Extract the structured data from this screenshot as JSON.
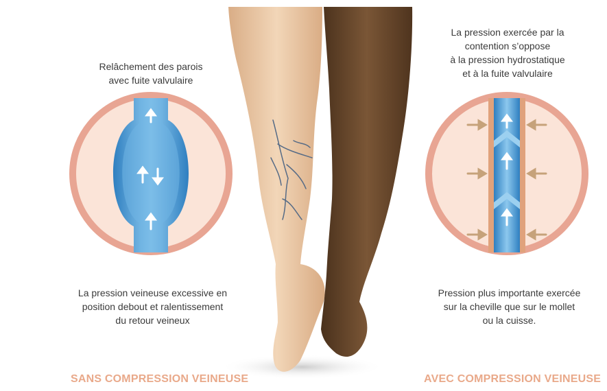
{
  "left": {
    "top_caption": [
      "Relâchement des parois",
      "avec fuite valvulaire"
    ],
    "bottom_caption": [
      "La pression veineuse excessive en",
      "position debout et ralentissement",
      "du retour veineux"
    ],
    "footer": "SANS COMPRESSION VEINEUSE",
    "icon": "dilated-vein-icon"
  },
  "right": {
    "top_caption": [
      "La pression exercée par la",
      "contention s’oppose",
      "à la pression hydrostatique",
      "et à la fuite valvulaire"
    ],
    "bottom_caption": [
      "Pression plus importante exercée",
      "sur la cheville que sur le mollet",
      "ou la cuisse."
    ],
    "footer": "AVEC COMPRESSION VEINEUSE",
    "icon": "compressed-vein-icon"
  },
  "colors": {
    "accent": "#e9a98a",
    "ring": "#e8a593",
    "vein": "#4a9fd6",
    "skin": "#ecc9a6",
    "stocking": "#6b4a2d",
    "arrow": "#c6a27a"
  }
}
